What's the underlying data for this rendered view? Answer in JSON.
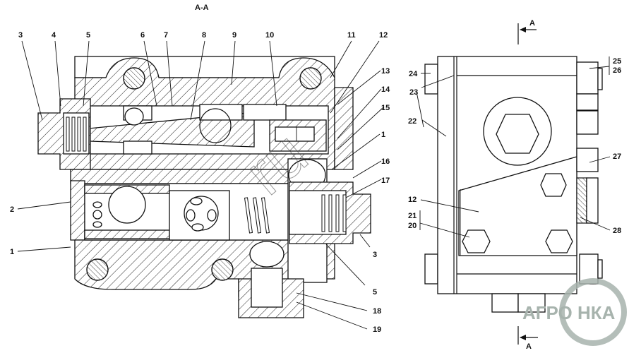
{
  "drawing": {
    "section_title": "A-A",
    "section_marker_top": "A",
    "section_marker_bottom": "A",
    "watermark_text": "АГРО НКА",
    "watermark_color": "#a7b3ad",
    "diagonal_watermark": "ru"
  },
  "section_view_callouts": {
    "c3a": "3",
    "c4": "4",
    "c5a": "5",
    "c6": "6",
    "c7": "7",
    "c8": "8",
    "c9": "9",
    "c10": "10",
    "c11": "11",
    "c12": "12",
    "c13": "13",
    "c14": "14",
    "c15": "15",
    "c1a": "1",
    "c16": "16",
    "c17": "17",
    "c2": "2",
    "c1b": "1",
    "c3b": "3",
    "c5b": "5",
    "c18": "18",
    "c19": "19"
  },
  "side_view_callouts": {
    "c24": "24",
    "c23": "23",
    "c22": "22",
    "c25": "25",
    "c26": "26",
    "c27": "27",
    "c12": "12",
    "c21": "21",
    "c20": "20",
    "c28": "28"
  }
}
